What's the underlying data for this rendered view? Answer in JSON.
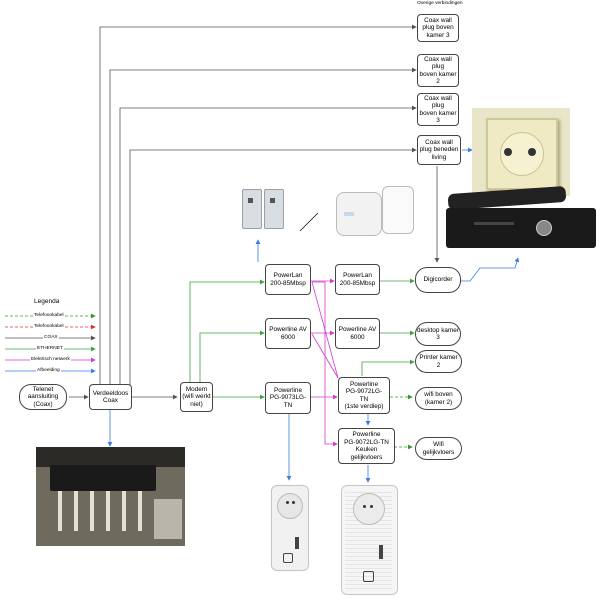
{
  "diagram": {
    "caption_top": "Overige verbindingen",
    "nodes": {
      "telenet": "Telenet\naansluiting\n(Coax)",
      "verdeeldoos": "Verdeeldoos\nCoax",
      "modem": "Modem\n(wifi werkt\nniet)",
      "coax1": "Coax wall\nplug boven\nkamer 3",
      "coax2": "Coax wall\nplug\nboven kamer\n2",
      "coax3": "Coax wall\nplug\nboven kamer\n3",
      "coax4": "Coax wall\nplug beneden\nliving",
      "powerlan1": "PowerLan\n200-85Mbsp",
      "powerlan2": "PowerLan\n200-85Mbsp",
      "digicorder": "Digicorder",
      "av1": "Powerline AV\n6000",
      "av2": "Powerline AV\n6000",
      "desktop": "desktop kamer\n3",
      "pg1": "Powerline\nPG-9073LG-\nTN",
      "pg2": "Powerline\nPG-9072LG-\nTN\n(1ste verdiep)",
      "printer": "Printer kamer\n2",
      "wifi_boven": "wifi boven\n(kamer 2)",
      "pg3": "Powerline\nPG-9072LG-TN\nKeuken\ngelijkvloers",
      "wifi_gelijk": "Wifi\ngelijkvloers"
    },
    "legend": {
      "title": "Legenda",
      "items": [
        {
          "label": "Telefoonkabel",
          "color": "#2e9a2e",
          "dash": true
        },
        {
          "label": "Telefoonkabel",
          "color": "#d93333",
          "dash": true
        },
        {
          "label": "COAX",
          "color": "#555555",
          "dash": false
        },
        {
          "label": "ETHERNET",
          "color": "#3fa33f",
          "dash": false
        },
        {
          "label": "Elektrisch netwerk",
          "color": "#d33ad3",
          "dash": false
        },
        {
          "label": "Afbeelding",
          "color": "#3a7de0",
          "dash": false
        }
      ]
    },
    "colors": {
      "coax": "#555555",
      "ethernet": "#3fa33f",
      "power": "#d33ad3",
      "image": "#3a7de0",
      "wifi": "#2e9a2e"
    }
  }
}
